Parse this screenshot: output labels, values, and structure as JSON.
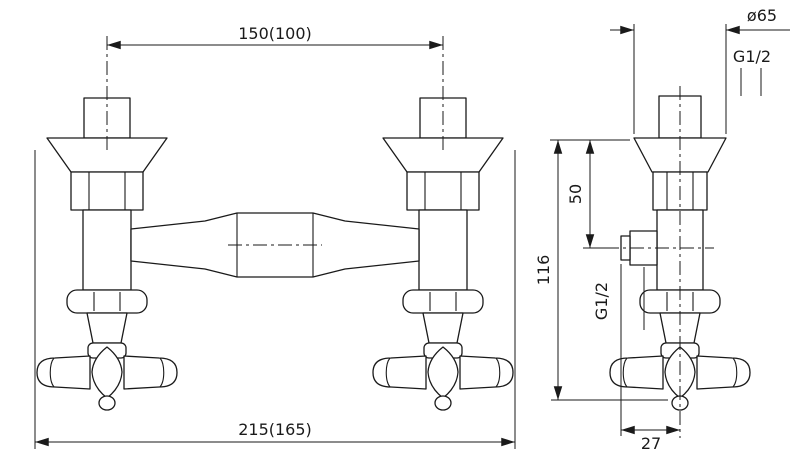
{
  "colors": {
    "line": "#1a1a1a",
    "background": "#ffffff"
  },
  "front_view": {
    "dim_pitch": "150(100)",
    "dim_overall": "215(165)"
  },
  "side_view": {
    "dim_flange_diameter": "ø65",
    "label_top_thread": "G1/2",
    "dim_outlet_depth": "50",
    "dim_height": "116",
    "label_outlet_thread": "G1/2",
    "dim_outlet_offset": "27"
  }
}
